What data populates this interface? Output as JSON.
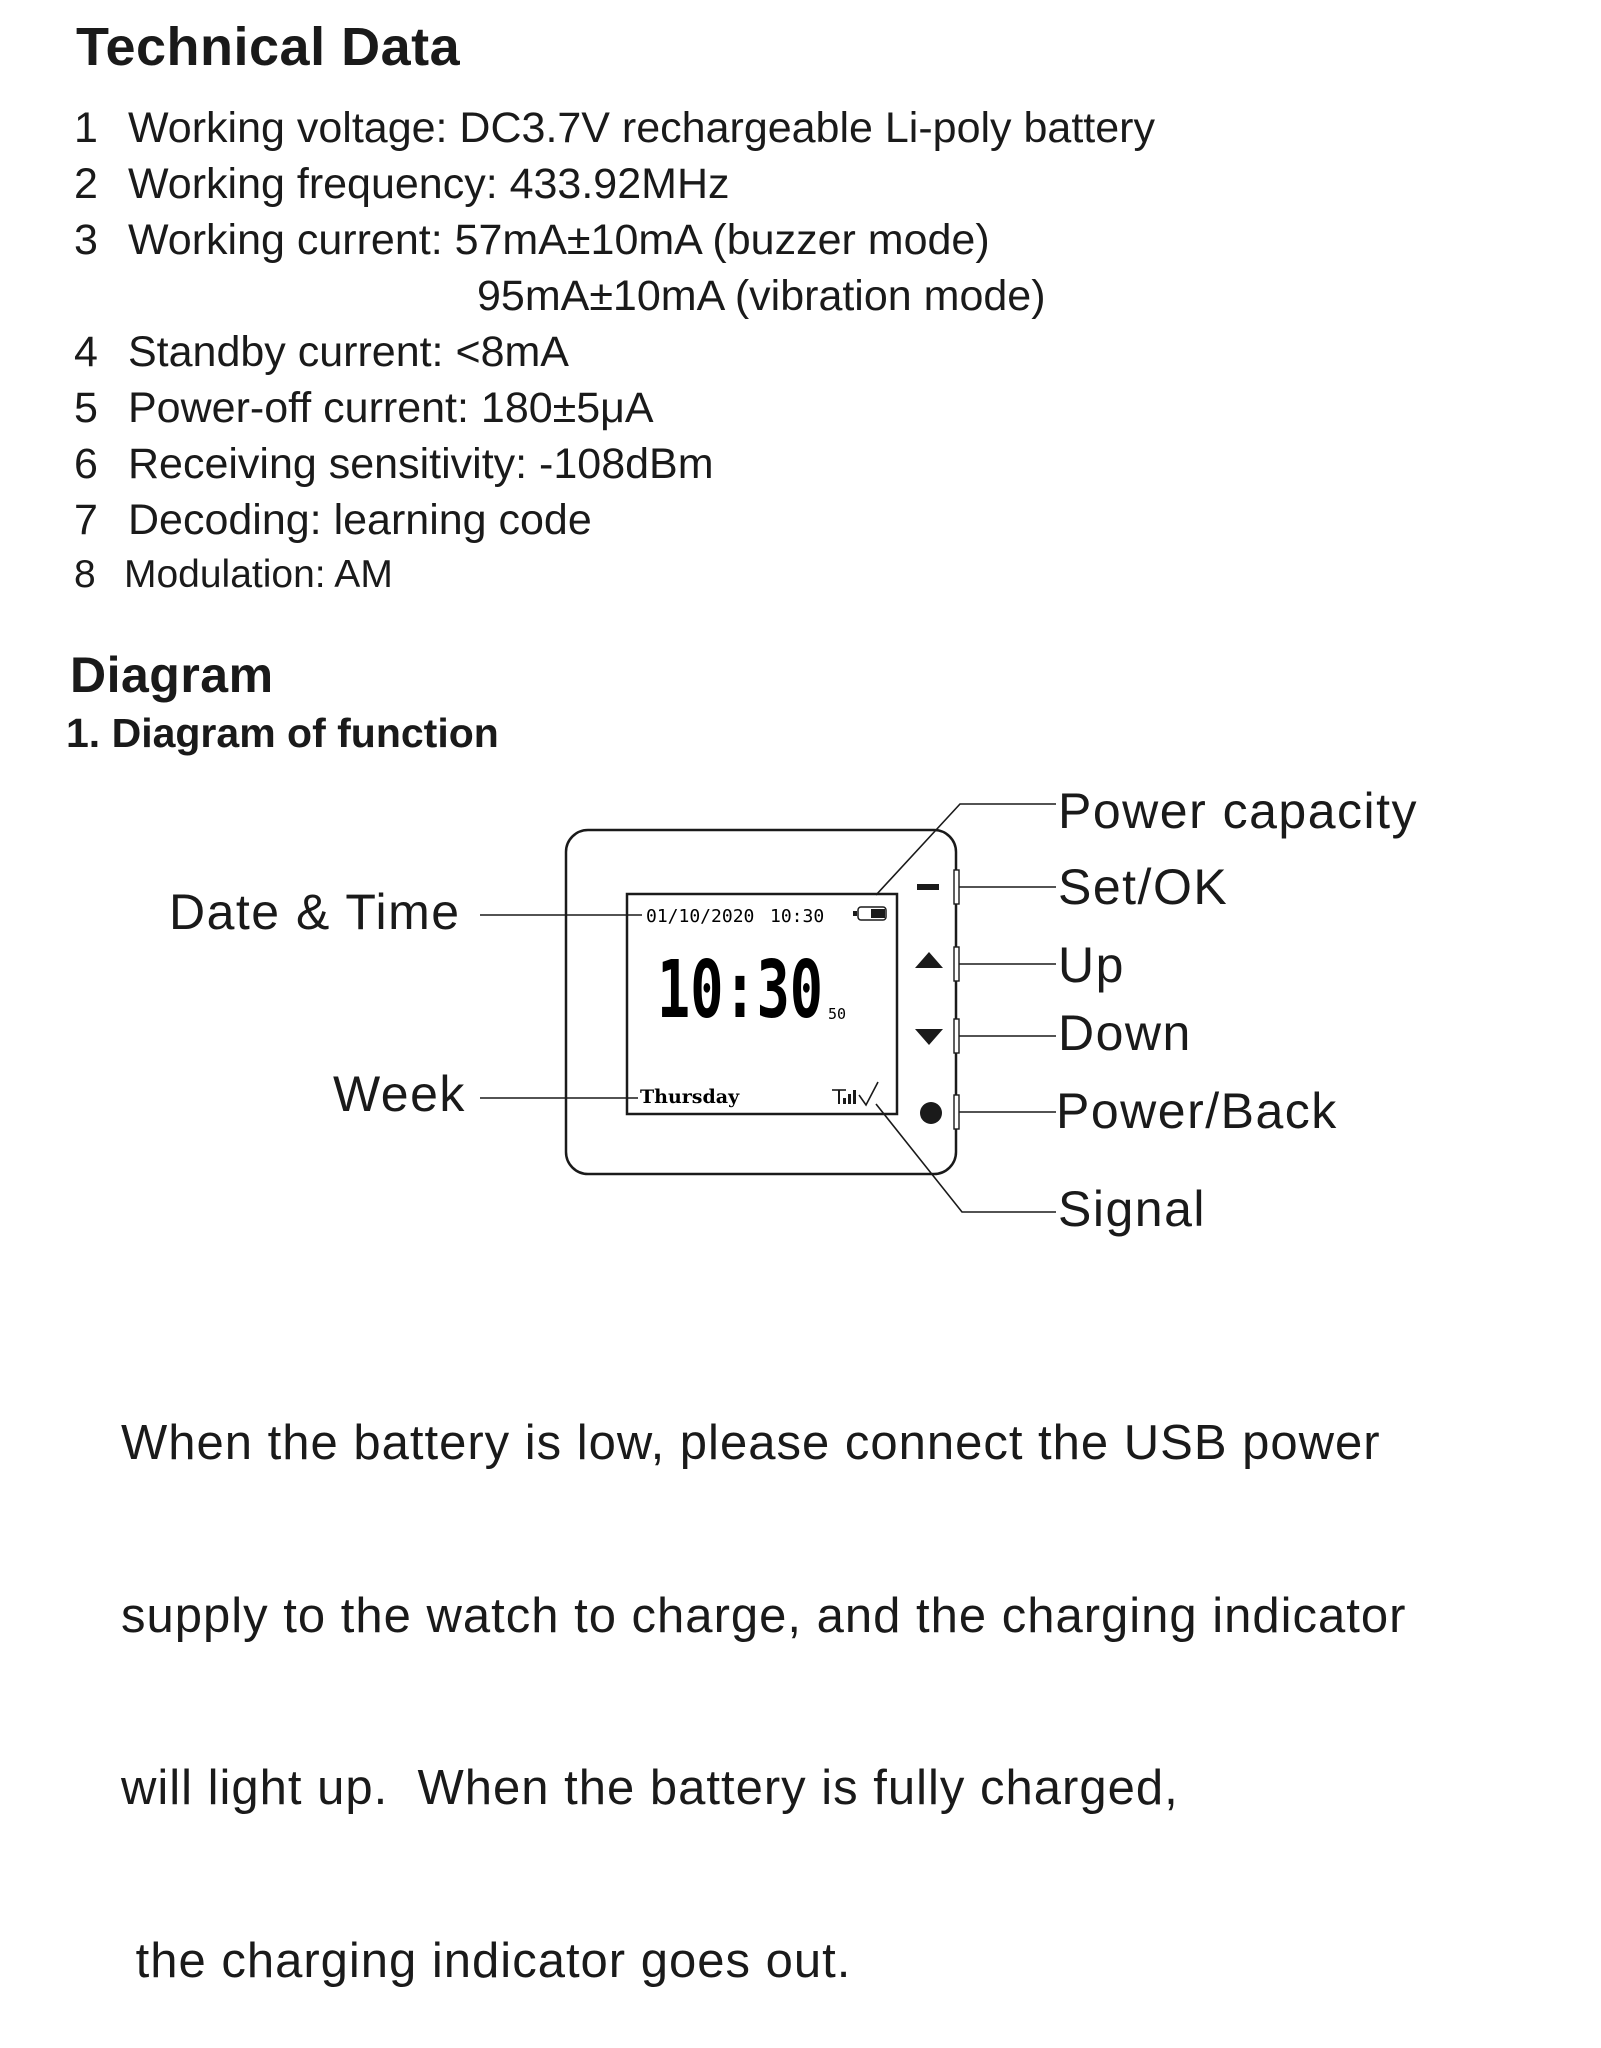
{
  "technical": {
    "title": "Technical Data",
    "items": [
      {
        "num": "1",
        "text": "Working voltage: DC3.7V rechargeable Li-poly battery"
      },
      {
        "num": "2",
        "text": "Working frequency: 433.92MHz"
      },
      {
        "num": "3",
        "text": "Working current: 57mA±10mA (buzzer mode)",
        "cont": "95mA±10mA (vibration mode)"
      },
      {
        "num": "4",
        "text": "Standby current: <8mA"
      },
      {
        "num": "5",
        "text": "Power-off current: 180±5μA"
      },
      {
        "num": "6",
        "text": "Receiving sensitivity: -108dBm"
      },
      {
        "num": "7",
        "text": "Decoding: learning code"
      },
      {
        "num": "8",
        "text": "Modulation: AM"
      }
    ]
  },
  "diagram": {
    "title": "Diagram",
    "subtitle": "1. Diagram of function",
    "labels": {
      "date_time": "Date & Time",
      "week": "Week",
      "power_capacity": "Power capacity",
      "set_ok": "Set/OK",
      "up": "Up",
      "down": "Down",
      "power_back": "Power/Back",
      "signal": "Signal"
    },
    "screen": {
      "date": "01/10/2020",
      "small_time": "10:30",
      "big_time": "10:30",
      "seconds": "50",
      "weekday": "Thursday"
    }
  },
  "note": {
    "lines": [
      "When the battery is low, please connect the USB power",
      "supply to the watch to charge, and the charging indicator",
      "will light up.  When the battery is fully charged,",
      " the charging indicator goes out."
    ]
  }
}
